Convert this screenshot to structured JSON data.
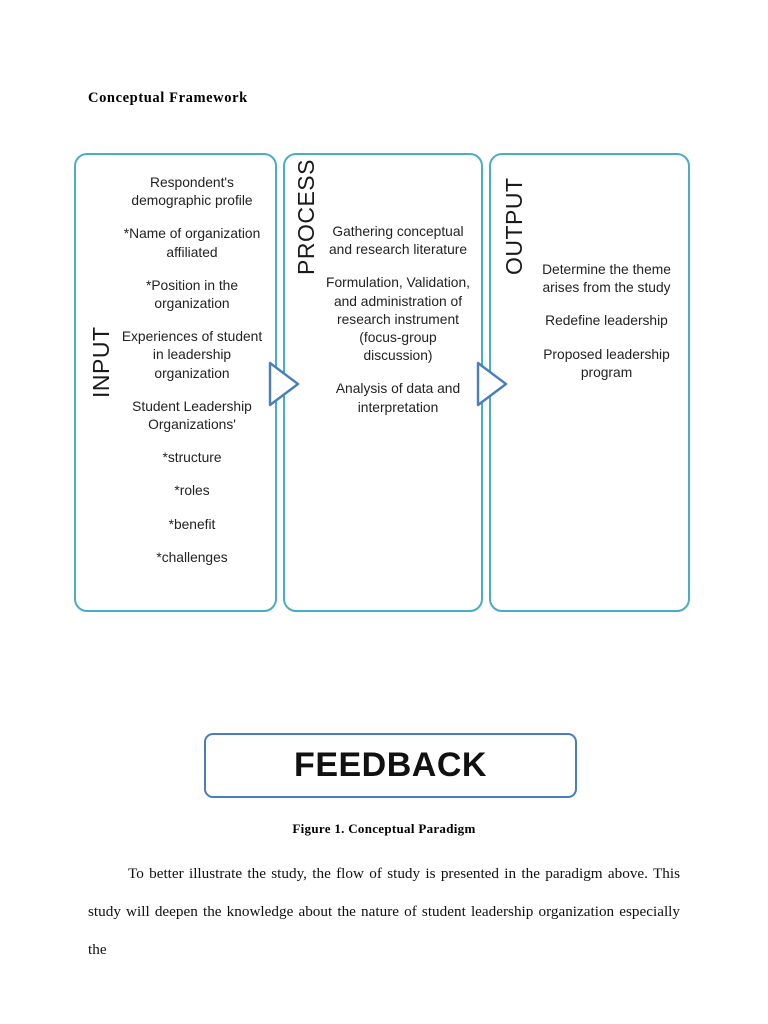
{
  "document": {
    "heading": "Conceptual Framework",
    "figure_caption": "Figure 1. Conceptual Paradigm",
    "paragraph": "To better illustrate the study, the flow of study is presented in the paradigm above. This study will deepen the knowledge about the nature of student leadership organization especially the"
  },
  "colors": {
    "pillar_border": "#4BACC6",
    "feedback_border": "#4A7EBB",
    "arrow_stroke": "#4A7EBB",
    "text": "#222222",
    "page_background": "#FFFFFF"
  },
  "diagram": {
    "type": "input-process-output",
    "pillars": [
      {
        "id": "input",
        "label": "INPUT",
        "label_orientation": "vertical-rotated-90-ccw",
        "blocks": [
          "Respondent's demographic profile",
          "*Name of organization affiliated",
          "*Position in the organization",
          "Experiences of student in leadership organization",
          "Student Leadership Organizations'",
          "*structure",
          "*roles",
          "*benefit",
          "*challenges"
        ]
      },
      {
        "id": "process",
        "label": "PROCESS",
        "label_orientation": "vertical-rotated-90-ccw",
        "blocks": [
          "Gathering conceptual and research literature",
          "Formulation, Validation, and administration of research instrument (focus-group discussion)",
          "Analysis of data and interpretation"
        ]
      },
      {
        "id": "output",
        "label": "OUTPUT",
        "label_orientation": "vertical-rotated-90-ccw",
        "blocks": [
          "Determine the theme arises from the study",
          "Redefine leadership",
          "Proposed leadership program"
        ]
      }
    ],
    "arrows": [
      {
        "id": "arrow-input-to-process",
        "icon": "triangle-right-arrow-icon",
        "from": "input",
        "to": "process"
      },
      {
        "id": "arrow-process-to-output",
        "icon": "triangle-right-arrow-icon",
        "from": "process",
        "to": "output"
      }
    ],
    "feedback": {
      "label": "FEEDBACK"
    }
  }
}
